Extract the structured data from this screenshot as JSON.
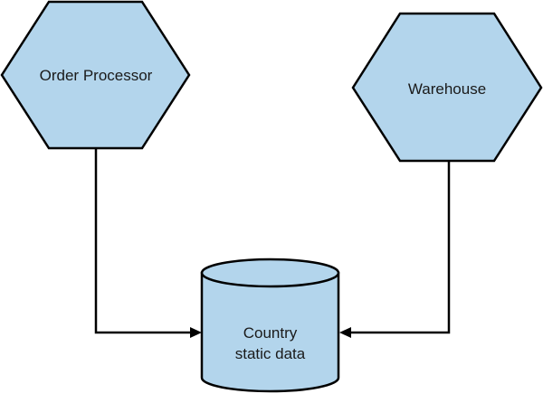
{
  "diagram": {
    "nodes": [
      {
        "id": "order-processor",
        "shape": "hexagon",
        "label": "Order Processor"
      },
      {
        "id": "warehouse",
        "shape": "hexagon",
        "label": "Warehouse"
      },
      {
        "id": "country-static-data",
        "shape": "cylinder",
        "label_lines": [
          "Country",
          "static data"
        ]
      }
    ],
    "edges": [
      {
        "from": "order-processor",
        "to": "country-static-data",
        "arrow": "end"
      },
      {
        "from": "warehouse",
        "to": "country-static-data",
        "arrow": "end"
      }
    ],
    "colors": {
      "node_fill": "#b3d5ec",
      "stroke": "#000000",
      "text": "#1a1a1a"
    }
  }
}
